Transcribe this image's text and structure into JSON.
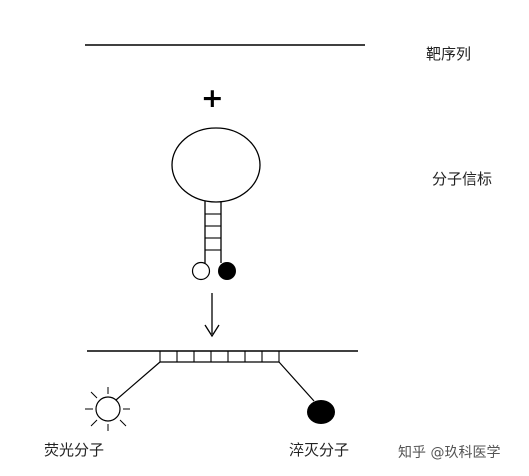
{
  "labels": {
    "target_sequence": "靶序列",
    "molecular_beacon": "分子信标",
    "fluorophore": "荧光分子",
    "quencher": "淬灭分子",
    "watermark": "知乎 @玖科医学",
    "plus_sign": "+"
  },
  "colors": {
    "line": "#000000",
    "background": "#ffffff",
    "quencher_fill": "#000000",
    "fluorophore_fill": "#ffffff"
  }
}
